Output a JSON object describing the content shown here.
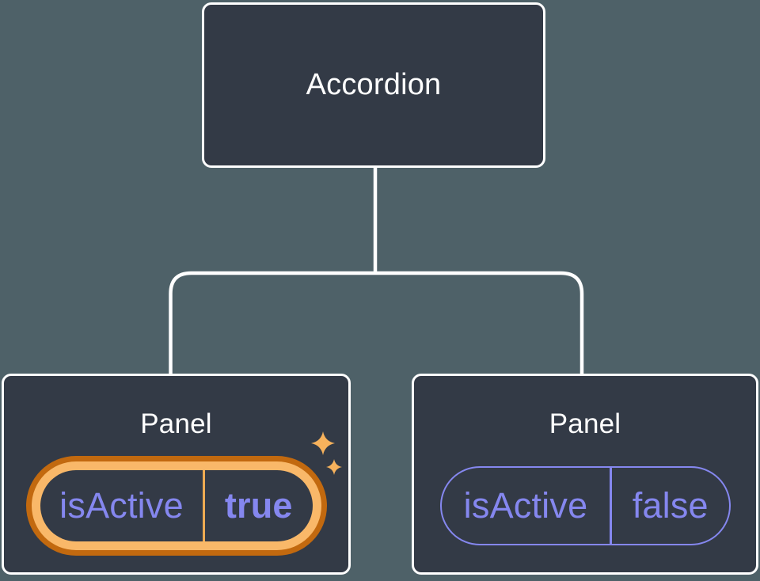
{
  "colors": {
    "background": "#4E6168",
    "node_fill": "#333A46",
    "node_border": "#FFFFFF",
    "connector_line": "#FFFFFF",
    "title_text": "#FFFFFF",
    "state_text": "#8587EF",
    "plain_pill_border": "#8587EF",
    "highlight_ring_outer": "#C2690F",
    "highlight_ring_inner": "#F9B869",
    "highlight_divider": "#EFAB52",
    "sparkle": "#F7B25C"
  },
  "icons": {
    "sparkles": "four-point-star-sparkles"
  },
  "tree": {
    "root": {
      "label": "Accordion"
    },
    "children": [
      {
        "label": "Panel",
        "state": {
          "name": "isActive",
          "value": "true"
        },
        "highlighted": true
      },
      {
        "label": "Panel",
        "state": {
          "name": "isActive",
          "value": "false"
        },
        "highlighted": false
      }
    ]
  }
}
